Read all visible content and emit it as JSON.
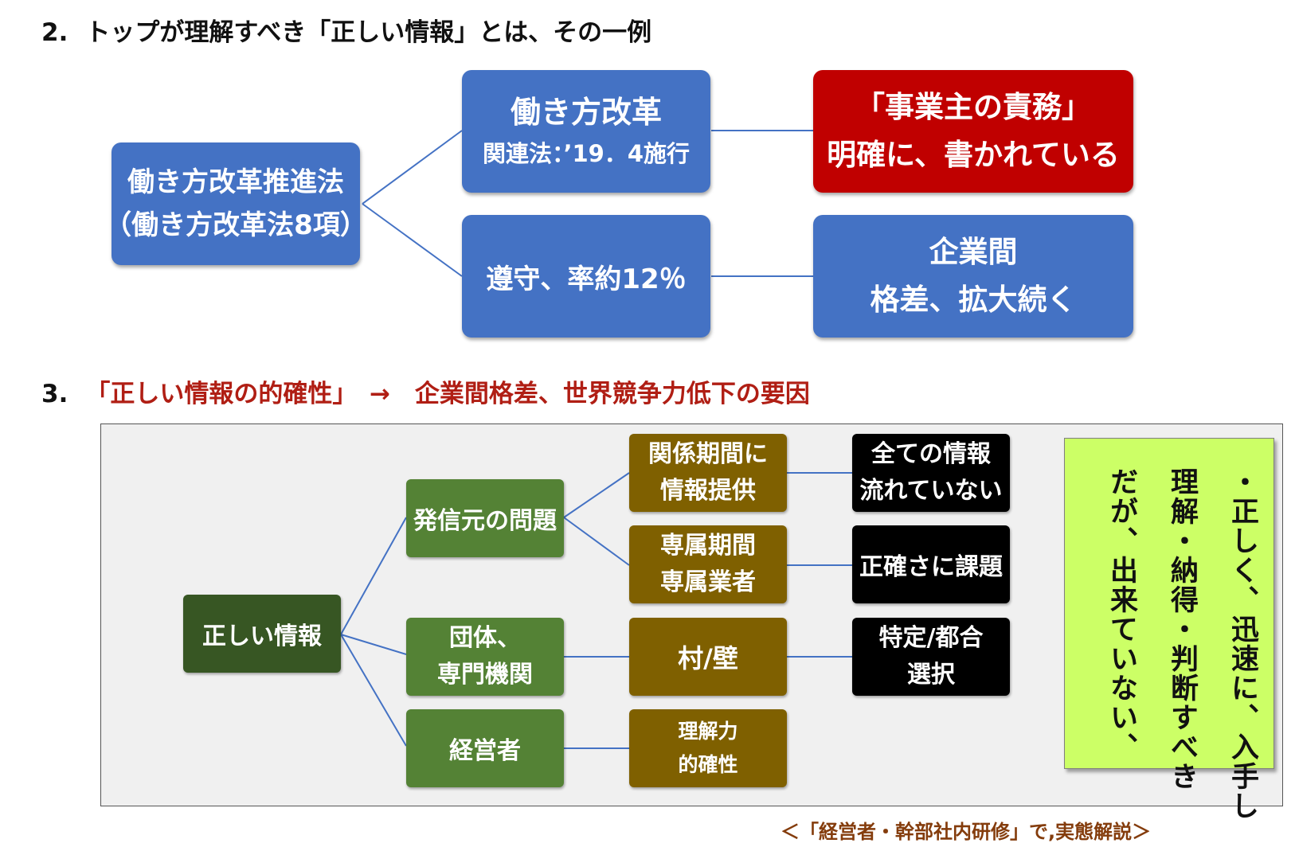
{
  "section2": {
    "number": "2.",
    "title": "トップが理解すべき「正しい情報」とは、その一例",
    "root": [
      "働き方改革推進法",
      "（働き方改革法8項）"
    ],
    "upper_mid": {
      "title": "働き方改革",
      "sub": "関連法：’19．4施行"
    },
    "upper_right": [
      "「事業主の責務」",
      "明確に、書かれている"
    ],
    "lower_mid": "遵守、率約12％",
    "lower_right": [
      "企業間",
      "格差、拡大続く"
    ],
    "colors": {
      "box_blue": "#4472c4",
      "box_red": "#c00000"
    }
  },
  "section3": {
    "number": "3.",
    "title": "「正しい情報の的確性」　→　企業間格差、世界競争力低下の要因",
    "root": "正しい情報",
    "branches": [
      {
        "label": [
          "発信元の問題"
        ]
      },
      {
        "label": [
          "団体、",
          "専門機関"
        ]
      },
      {
        "label": [
          "経営者"
        ]
      }
    ],
    "causes": [
      [
        "関係期間に",
        "情報提供"
      ],
      [
        "専属期間",
        "専属業者"
      ],
      [
        "村/壁"
      ],
      [
        "理解力",
        "的確性"
      ]
    ],
    "effects": [
      [
        "全ての情報",
        "流れていない"
      ],
      [
        "正確さに課題"
      ],
      [
        "特定/都合",
        "選択"
      ]
    ],
    "note_columns": [
      "・正しく、迅速に、入手し",
      "理解・納得・判断すべき",
      "だが、出来ていない、"
    ],
    "colors": {
      "root": "#375623",
      "branch": "#548235",
      "cause": "#7f6000",
      "effect": "#000000",
      "note": "#ccff66",
      "title": "#b01e14"
    }
  },
  "footer": "＜「経営者・幹部社内研修」で,実態解説＞"
}
